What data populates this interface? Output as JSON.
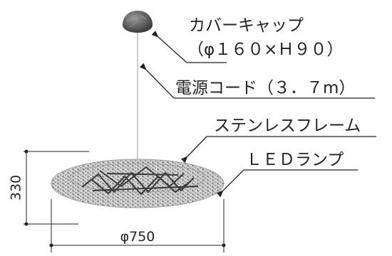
{
  "labels": {
    "cover_cap": "カバーキャップ",
    "cover_cap_size": "（φ１６０×Ｈ９０）",
    "power_cord": "電源コード（３．７m）",
    "stainless_frame": "ステンレスフレーム",
    "led_lamp": "ＬＥＤランプ"
  },
  "dimensions": {
    "height": "330",
    "diameter": "φ750"
  },
  "colors": {
    "ink": "#222222",
    "cap": "#555555",
    "shade": "#8a8a8a",
    "frame": "#3a3a3a"
  }
}
